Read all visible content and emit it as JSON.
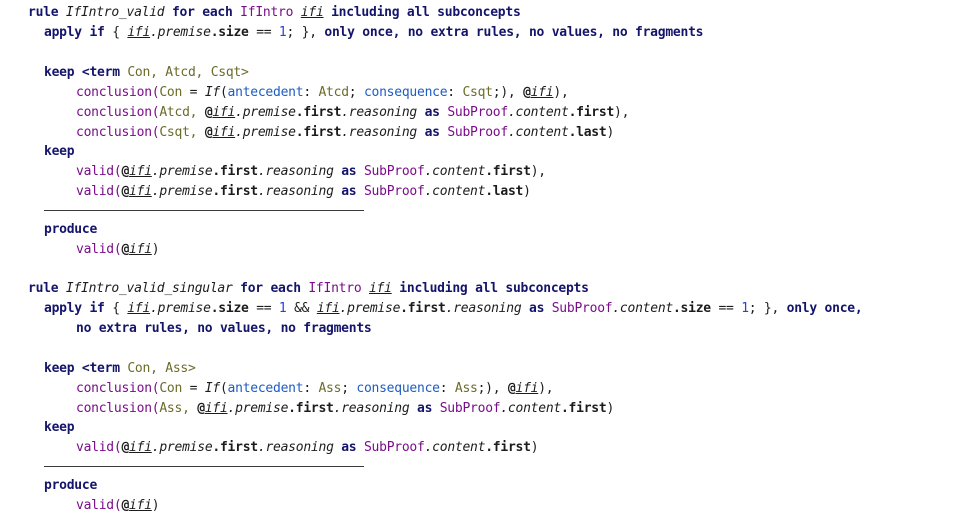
{
  "rule1": {
    "header": {
      "k_rule": "rule",
      "name": "IfIntro_valid",
      "k_for_each": "for each",
      "concept": "IfIntro",
      "var": "ifi",
      "k_including": "including all subconcepts"
    },
    "apply": {
      "k_apply": "apply",
      "k_if": "if",
      "open": "{",
      "var": "ifi",
      "dot_premise": ".premise",
      "dot_size": ".size",
      "op": "==",
      "num": "1",
      "close": "; },",
      "rest": "only once, no extra rules, no values, no fragments"
    },
    "keep1": {
      "k_keep": "keep",
      "term": "<term",
      "vars": "Con, Atcd, Csqt>",
      "l1_fn": "conclusion(",
      "l1_a": "Con",
      "l1_b": " = ",
      "l1_if": "If",
      "l1_c": "(",
      "l1_ante": "antecedent",
      "l1_d": ": ",
      "l1_atcd": "Atcd",
      "l1_e": "; ",
      "l1_cons": "consequence",
      "l1_f": ": ",
      "l1_csqt": "Csqt",
      "l1_g": ";), ",
      "l1_at": "@",
      "l1_ifi": "ifi",
      "l1_end": "),",
      "l2_fn": "conclusion(",
      "l2_a": "Atcd, ",
      "l2_at": "@",
      "l2_ifi": "ifi",
      "l2_b": ".premise",
      "l2_c": ".first",
      "l2_d": ".reasoning",
      "l2_as": " as ",
      "l2_sp": "SubProof",
      "l2_e": ".content",
      "l2_f": ".first",
      "l2_end": "),",
      "l3_fn": "conclusion(",
      "l3_a": "Csqt, ",
      "l3_at": "@",
      "l3_ifi": "ifi",
      "l3_b": ".premise",
      "l3_c": ".first",
      "l3_d": ".reasoning",
      "l3_as": " as ",
      "l3_sp": "SubProof",
      "l3_e": ".content",
      "l3_f": ".last",
      "l3_end": ")"
    },
    "keep2": {
      "k_keep": "keep",
      "l1_fn": "valid(",
      "l1_at": "@",
      "l1_ifi": "ifi",
      "l1_b": ".premise",
      "l1_c": ".first",
      "l1_d": ".reasoning",
      "l1_as": " as ",
      "l1_sp": "SubProof",
      "l1_e": ".content",
      "l1_f": ".first",
      "l1_end": "),",
      "l2_fn": "valid(",
      "l2_at": "@",
      "l2_ifi": "ifi",
      "l2_b": ".premise",
      "l2_c": ".first",
      "l2_d": ".reasoning",
      "l2_as": " as ",
      "l2_sp": "SubProof",
      "l2_e": ".content",
      "l2_f": ".last",
      "l2_end": ")"
    },
    "produce": {
      "k_produce": "produce",
      "fn": "valid(",
      "at": "@",
      "ifi": "ifi",
      "end": ")"
    }
  },
  "rule2": {
    "header": {
      "k_rule": "rule",
      "name": "IfIntro_valid_singular",
      "k_for_each": "for each",
      "concept": "IfIntro",
      "var": "ifi",
      "k_including": "including all subconcepts"
    },
    "apply": {
      "k_apply": "apply",
      "k_if": "if",
      "open": "{",
      "var1": "ifi",
      "dot_premise1": ".premise",
      "dot_size1": ".size",
      "op1": "==",
      "num1": "1",
      "and": " && ",
      "var2": "ifi",
      "dot_premise2": ".premise",
      "dot_first": ".first",
      "dot_reasoning": ".reasoning",
      "as": " as ",
      "subproof": "SubProof",
      "dot_content": ".content",
      "dot_size2": ".size",
      "op2": "==",
      "num2": "1",
      "close": "; },",
      "rest1": "only once,",
      "rest2": "no extra rules, no values, no fragments"
    },
    "keep1": {
      "k_keep": "keep",
      "term": "<term",
      "vars": "Con, Ass>",
      "l1_fn": "conclusion(",
      "l1_a": "Con",
      "l1_b": " = ",
      "l1_if": "If",
      "l1_c": "(",
      "l1_ante": "antecedent",
      "l1_d": ": ",
      "l1_ass": "Ass",
      "l1_e": "; ",
      "l1_cons": "consequence",
      "l1_f": ": ",
      "l1_ass2": "Ass",
      "l1_g": ";), ",
      "l1_at": "@",
      "l1_ifi": "ifi",
      "l1_end": "),",
      "l2_fn": "conclusion(",
      "l2_a": "Ass, ",
      "l2_at": "@",
      "l2_ifi": "ifi",
      "l2_b": ".premise",
      "l2_c": ".first",
      "l2_d": ".reasoning",
      "l2_as": " as ",
      "l2_sp": "SubProof",
      "l2_e": ".content",
      "l2_f": ".first",
      "l2_end": ")"
    },
    "keep2": {
      "k_keep": "keep",
      "l1_fn": "valid(",
      "l1_at": "@",
      "l1_ifi": "ifi",
      "l1_b": ".premise",
      "l1_c": ".first",
      "l1_d": ".reasoning",
      "l1_as": " as ",
      "l1_sp": "SubProof",
      "l1_e": ".content",
      "l1_f": ".first",
      "l1_end": ")"
    },
    "produce": {
      "k_produce": "produce",
      "fn": "valid(",
      "at": "@",
      "ifi": "ifi",
      "end": ")"
    }
  }
}
